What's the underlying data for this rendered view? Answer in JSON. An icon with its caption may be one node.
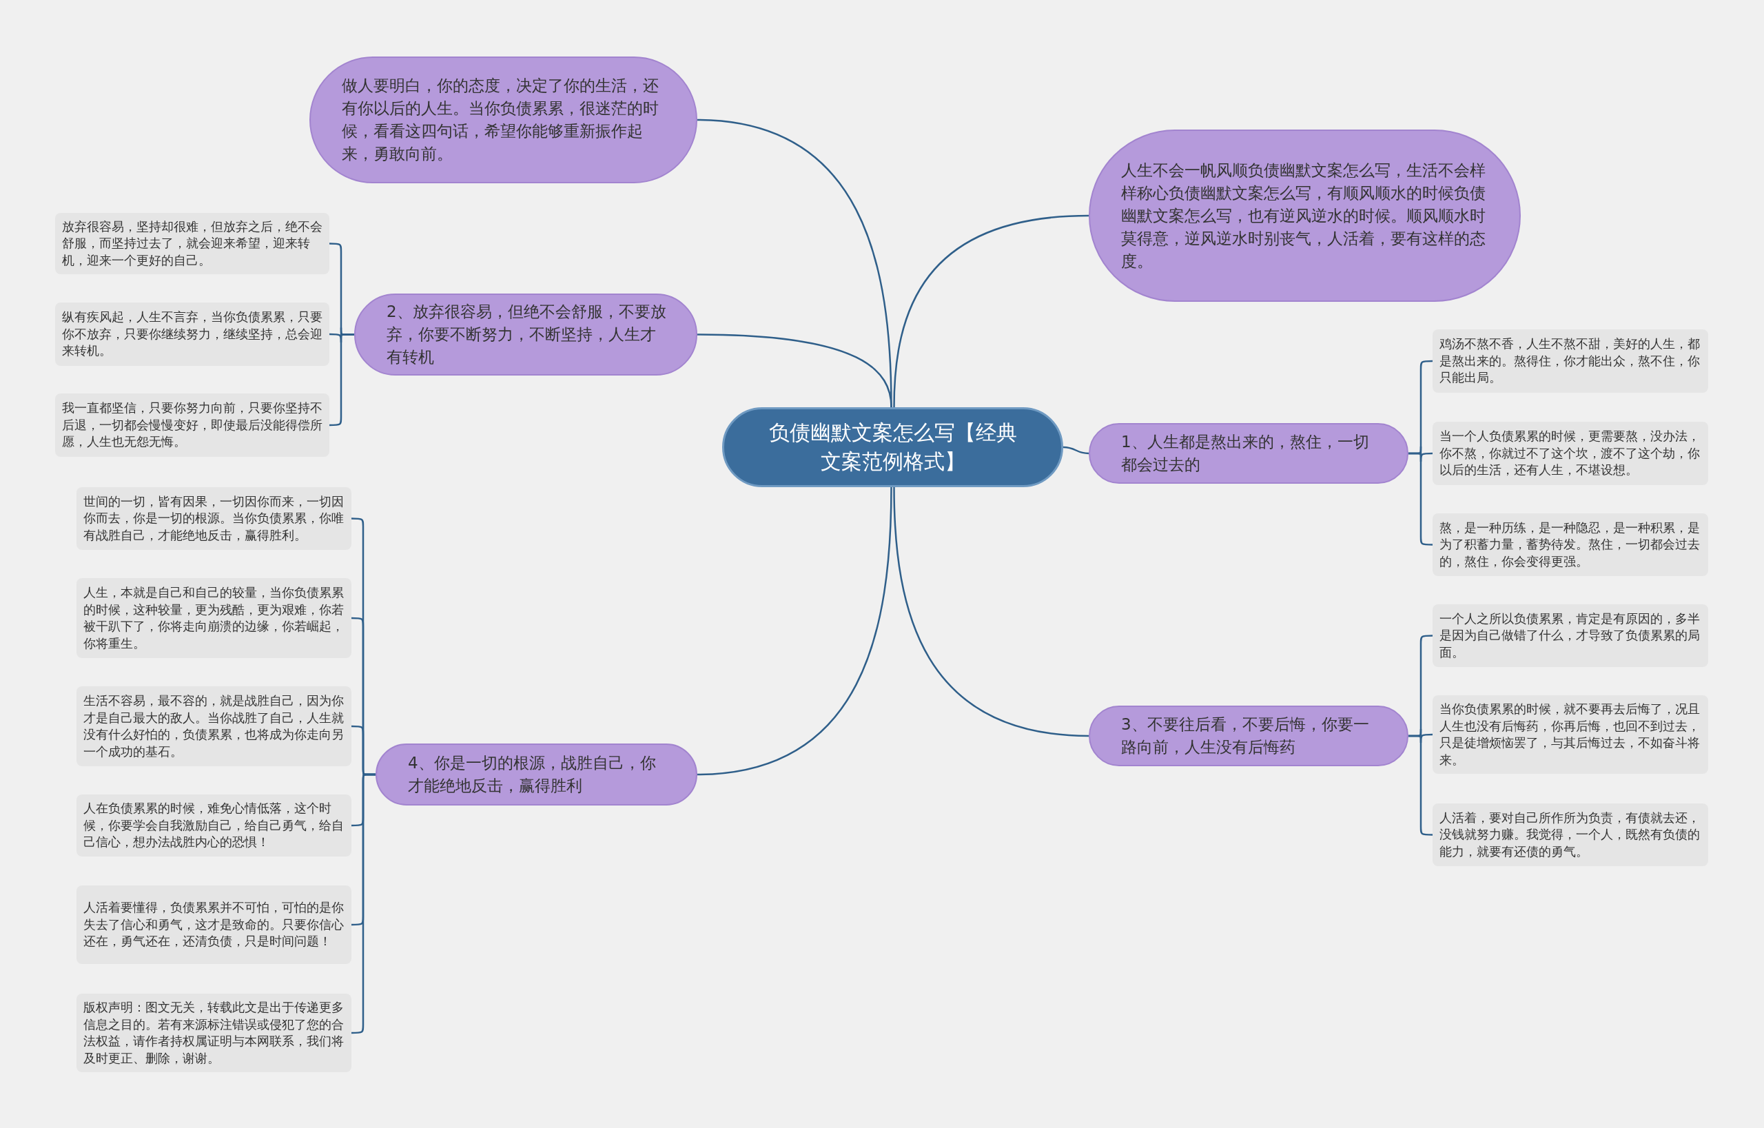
{
  "diagram": {
    "nodes": [
      {
        "text": [
          "负债幽默文案怎么写【经典文案范例格式】"
        ]
      },
      {
        "text": [
          "做人要明白，你的态度，决定了你的生活，还有你以后的人生。当你负债累累，很迷茫的时候，看看这四句话，希望你能够重新振作起来，勇敢向前。"
        ]
      },
      {
        "text": [
          "人生不会一帆风顺负债幽默文案怎么写，生活不会样样称心负债幽默文案怎么写，有顺风顺水的时候负债幽默文案怎么写，也有逆风逆水的时候。顺风顺水时莫得意，逆风逆水时别丧气，人活着，要有这样的态度。"
        ]
      },
      {
        "text": [
          "2、放弃很容易，但绝不会舒服，不要放弃，你要不断努力，不断坚持，人生才有转机"
        ]
      },
      {
        "text": [
          "放弃很容易，坚持却很难，但放弃之后，绝不会舒服，而坚持过去了，就会迎来希望，迎来转机，迎来一个更好的自己。"
        ]
      },
      {
        "text": [
          "纵有疾风起，人生不言弃，当你负债累累，只要你不放弃，只要你继续努力，继续坚持，总会迎来转机。"
        ]
      },
      {
        "text": [
          "我一直都坚信，只要你努力向前，只要你坚持不后退，一切都会慢慢变好，即使最后没能得偿所愿，人生也无怨无悔。"
        ]
      },
      {
        "text": [
          "1、人生都是熬出来的，熬住，一切都会过去的"
        ]
      },
      {
        "text": [
          "鸡汤不熬不香，人生不熬不甜，美好的人生，都是熬出来的。熬得住，你才能出众，熬不住，你只能出局。"
        ]
      },
      {
        "text": [
          "当一个人负债累累的时候，更需要熬，没办法，你不熬，你就过不了这个坎，渡不了这个劫，你以后的生活，还有人生，不堪设想。"
        ]
      },
      {
        "text": [
          "熬，是一种历练，是一种隐忍，是一种积累，是为了积蓄力量，蓄势待发。熬住，一切都会过去的，熬住，你会变得更强。"
        ]
      },
      {
        "text": [
          "3、不要往后看，不要后悔，你要一路向前，人生没有后悔药"
        ]
      },
      {
        "text": [
          "一个人之所以负债累累，肯定是有原因的，多半是因为自己做错了什么，才导致了负债累累的局面。"
        ]
      },
      {
        "text": [
          "当你负债累累的时候，就不要再去后悔了，况且人生也没有后悔药，你再后悔，也回不到过去，只是徒增烦恼罢了，与其后悔过去，不如奋斗将来。"
        ]
      },
      {
        "text": [
          "人活着，要对自己所作所为负责，有债就去还，没钱就努力赚。我觉得，一个人，既然有负债的能力，就要有还债的勇气。"
        ]
      },
      {
        "text": [
          "4、你是一切的根源，战胜自己，你才能绝地反击，赢得胜利"
        ]
      },
      {
        "text": [
          "世间的一切，皆有因果，一切因你而来，一切因你而去，你是一切的根源。当你负债累累，你唯有战胜自己，才能绝地反击，赢得胜利。"
        ]
      },
      {
        "text": [
          "人生，本就是自己和自己的较量，当你负债累累的时候，这种较量，更为残酷，更为艰难，你若被干趴下了，你将走向崩溃的边缘，你若崛起，你将重生。"
        ]
      },
      {
        "text": [
          "生活不容易，最不容的，就是战胜自己，因为你才是自己最大的敌人。当你战胜了自己，人生就没有什么好怕的，负债累累，也将成为你走向另一个成功的基石。"
        ]
      },
      {
        "text": [
          "人在负债累累的时候，难免心情低落，这个时候，你要学会自我激励自己，给自己勇气，给自己信心，想办法战胜内心的恐惧！"
        ]
      },
      {
        "text": [
          "人活着要懂得，负债累累并不可怕，可怕的是你失去了信心和勇气，这才是致命的。只要你信心还在，勇气还在，还清负债，只是时间问题！"
        ]
      },
      {
        "text": [
          "版权声明：图文无关，转载此文是出于传递更多信息之目的。若有来源标注错误或侵犯了您的合法权益，请作者持权属证明与本网联系，我们将及时更正、删除，谢谢。"
        ]
      }
    ],
    "edges": [
      {
        "from": 0,
        "to": 1,
        "arrow": "none"
      },
      {
        "from": 0,
        "to": 2,
        "arrow": "none"
      },
      {
        "from": 0,
        "to": 3,
        "arrow": "none"
      },
      {
        "from": 3,
        "to": 4,
        "arrow": "none"
      },
      {
        "from": 3,
        "to": 5,
        "arrow": "none"
      },
      {
        "from": 3,
        "to": 6,
        "arrow": "none"
      },
      {
        "from": 0,
        "to": 7,
        "arrow": "none"
      },
      {
        "from": 7,
        "to": 8,
        "arrow": "none"
      },
      {
        "from": 7,
        "to": 9,
        "arrow": "none"
      },
      {
        "from": 7,
        "to": 10,
        "arrow": "none"
      },
      {
        "from": 0,
        "to": 11,
        "arrow": "none"
      },
      {
        "from": 11,
        "to": 12,
        "arrow": "none"
      },
      {
        "from": 11,
        "to": 13,
        "arrow": "none"
      },
      {
        "from": 11,
        "to": 14,
        "arrow": "none"
      },
      {
        "from": 0,
        "to": 15,
        "arrow": "none"
      },
      {
        "from": 15,
        "to": 16,
        "arrow": "none"
      },
      {
        "from": 15,
        "to": 17,
        "arrow": "none"
      },
      {
        "from": 15,
        "to": 18,
        "arrow": "none"
      },
      {
        "from": 15,
        "to": 19,
        "arrow": "none"
      },
      {
        "from": 15,
        "to": 20,
        "arrow": "none"
      },
      {
        "from": 15,
        "to": 21,
        "arrow": "none"
      }
    ]
  }
}
